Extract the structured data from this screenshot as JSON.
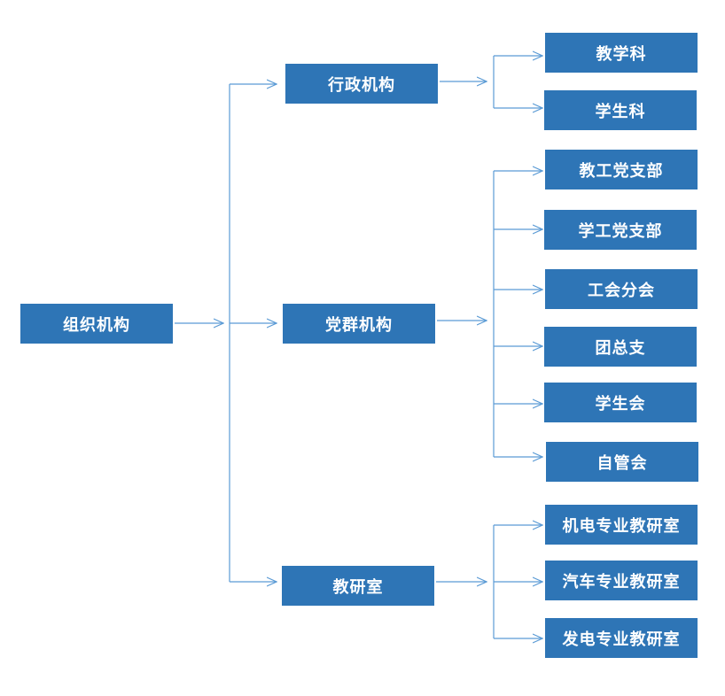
{
  "diagram": {
    "root": "组织机构",
    "branches": [
      {
        "label": "行政机构",
        "children": [
          "教学科",
          "学生科"
        ]
      },
      {
        "label": "党群机构",
        "children": [
          "教工党支部",
          "学工党支部",
          "工会分会",
          "团总支",
          "学生会",
          "自管会"
        ]
      },
      {
        "label": "教研室",
        "children": [
          "机电专业教研室",
          "汽车专业教研室",
          "发电专业教研室"
        ]
      }
    ]
  },
  "colors": {
    "node_fill": "#2E75B6",
    "node_text": "#FFFFFF",
    "connector": "#5B9BD5"
  }
}
